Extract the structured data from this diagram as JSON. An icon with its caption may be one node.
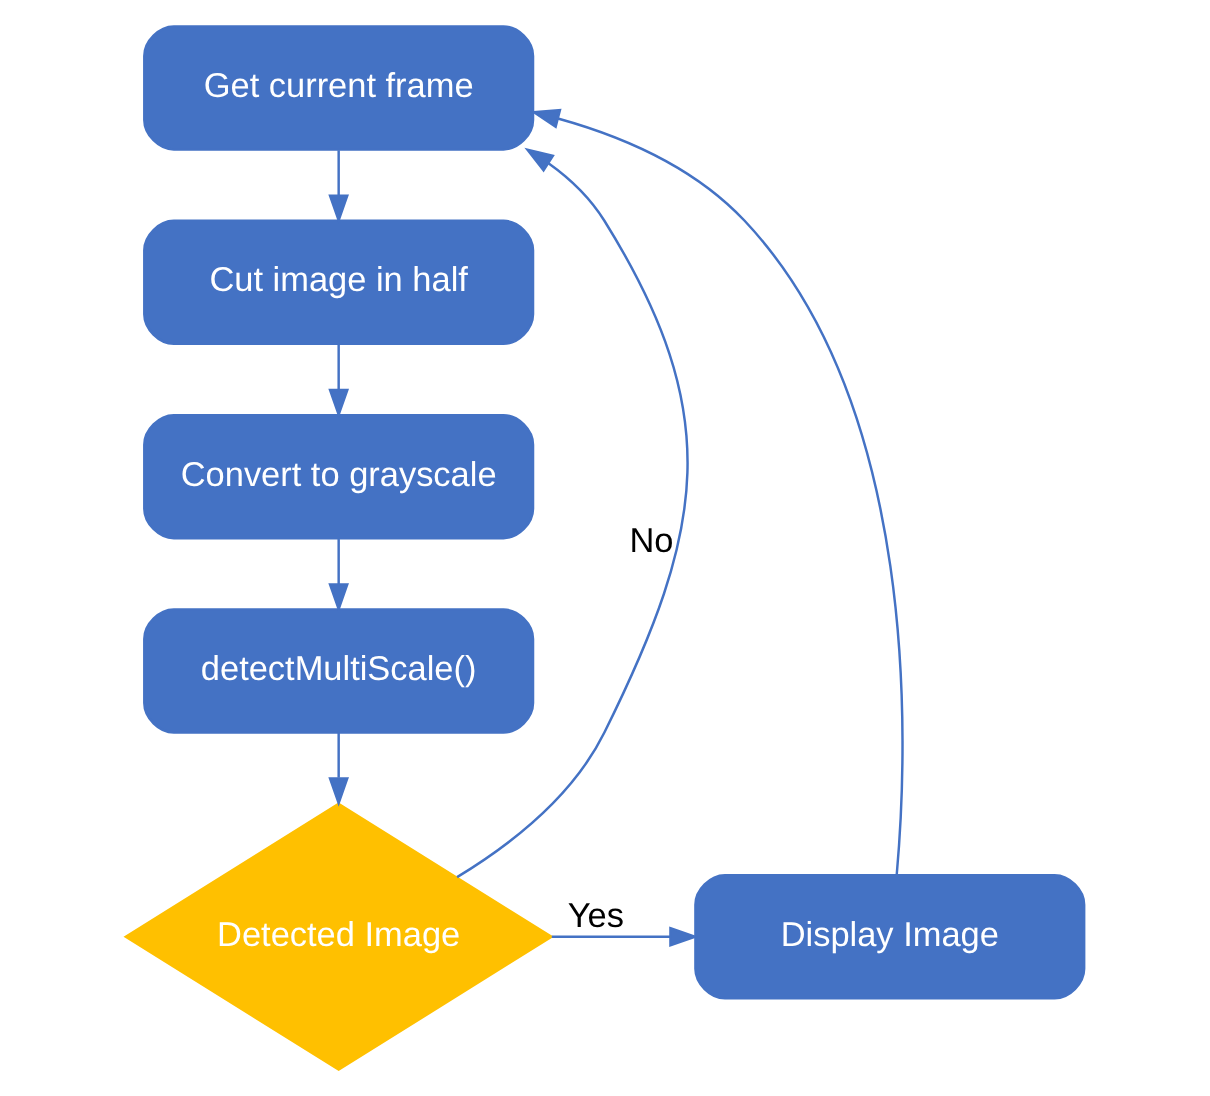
{
  "diagram": {
    "nodes": [
      {
        "text": [
          "Get current frame"
        ]
      },
      {
        "text": [
          "Cut image in half"
        ]
      },
      {
        "text": [
          "Convert to grayscale"
        ]
      },
      {
        "text": [
          "detectMultiScale()"
        ]
      },
      {
        "text": [
          "Detected Image"
        ]
      },
      {
        "text": [
          "Display Image"
        ]
      }
    ],
    "edges": [
      {
        "from": 0,
        "to": 1,
        "arrow": "to"
      },
      {
        "from": 1,
        "to": 2,
        "arrow": "to"
      },
      {
        "from": 2,
        "to": 3,
        "arrow": "to"
      },
      {
        "from": 3,
        "to": 4,
        "arrow": "to"
      },
      {
        "from": 4,
        "to": 0,
        "arrow": "to",
        "label": "No"
      },
      {
        "from": 4,
        "to": 5,
        "arrow": "to",
        "label": "Yes"
      },
      {
        "from": 5,
        "to": 0,
        "arrow": "to"
      }
    ]
  }
}
